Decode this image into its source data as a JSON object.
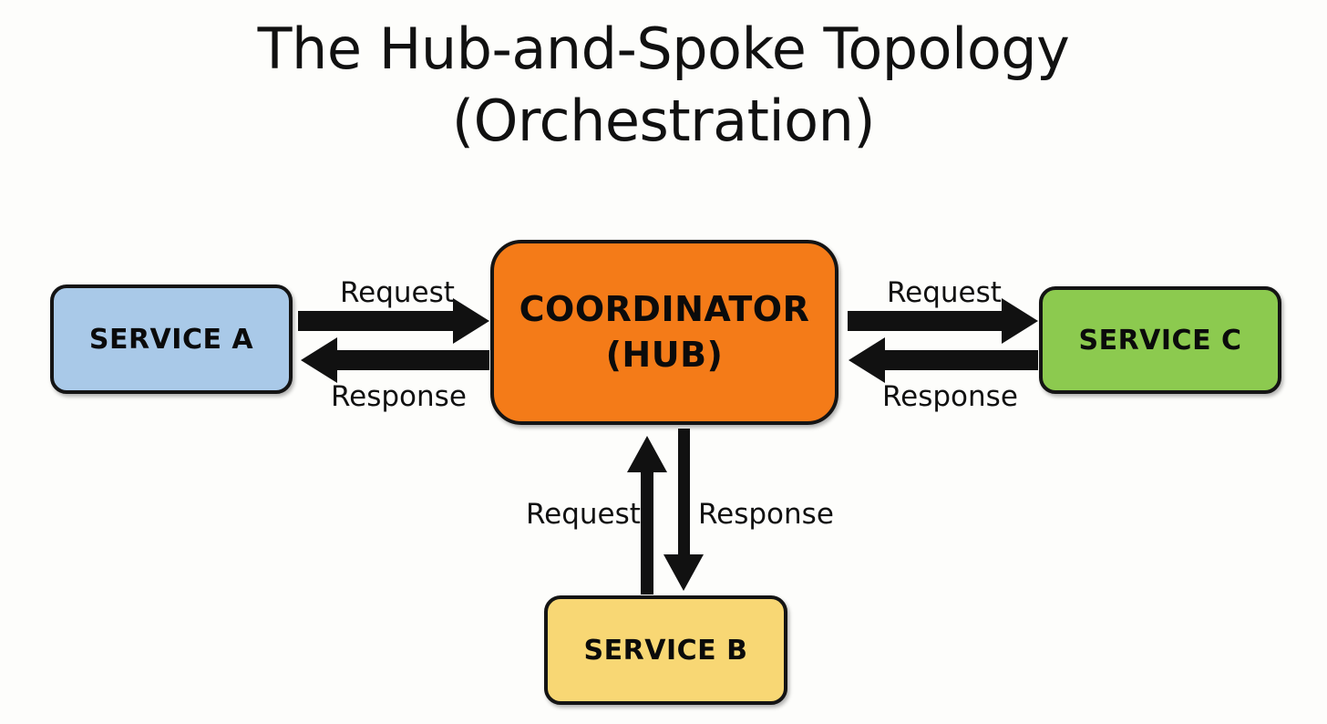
{
  "diagram": {
    "title_lines": [
      "The Hub-and-Spoke Topology",
      "(Orchestration)"
    ],
    "background_color": "#fdfdfb",
    "nodes": [
      {
        "id": "service-a",
        "label": "SERVICE A",
        "color": "#a9c9e8",
        "role": "spoke",
        "position": "left"
      },
      {
        "id": "coordinator",
        "label_line_1": "COORDINATOR",
        "label_line_2": "(HUB)",
        "color": "#f47b18",
        "role": "hub",
        "position": "center"
      },
      {
        "id": "service-c",
        "label": "SERVICE C",
        "color": "#8cca4f",
        "role": "spoke",
        "position": "right"
      },
      {
        "id": "service-b",
        "label": "SERVICE B",
        "color": "#f8d774",
        "role": "spoke",
        "position": "bottom"
      }
    ],
    "edges": [
      {
        "id": "a-request",
        "label": "Request",
        "from": "service-a",
        "to": "coordinator",
        "direction": "right"
      },
      {
        "id": "a-response",
        "label": "Response",
        "from": "coordinator",
        "to": "service-a",
        "direction": "left"
      },
      {
        "id": "c-request",
        "label": "Request",
        "from": "coordinator",
        "to": "service-c",
        "direction": "right"
      },
      {
        "id": "c-response",
        "label": "Response",
        "from": "service-c",
        "to": "coordinator",
        "direction": "left"
      },
      {
        "id": "b-request",
        "label": "Request",
        "from": "service-b",
        "to": "coordinator",
        "direction": "up"
      },
      {
        "id": "b-response",
        "label": "Response",
        "from": "coordinator",
        "to": "service-b",
        "direction": "down"
      }
    ],
    "arrow_color": "#111111",
    "border_color": "#141414",
    "text_color": "#0b0b0b"
  }
}
